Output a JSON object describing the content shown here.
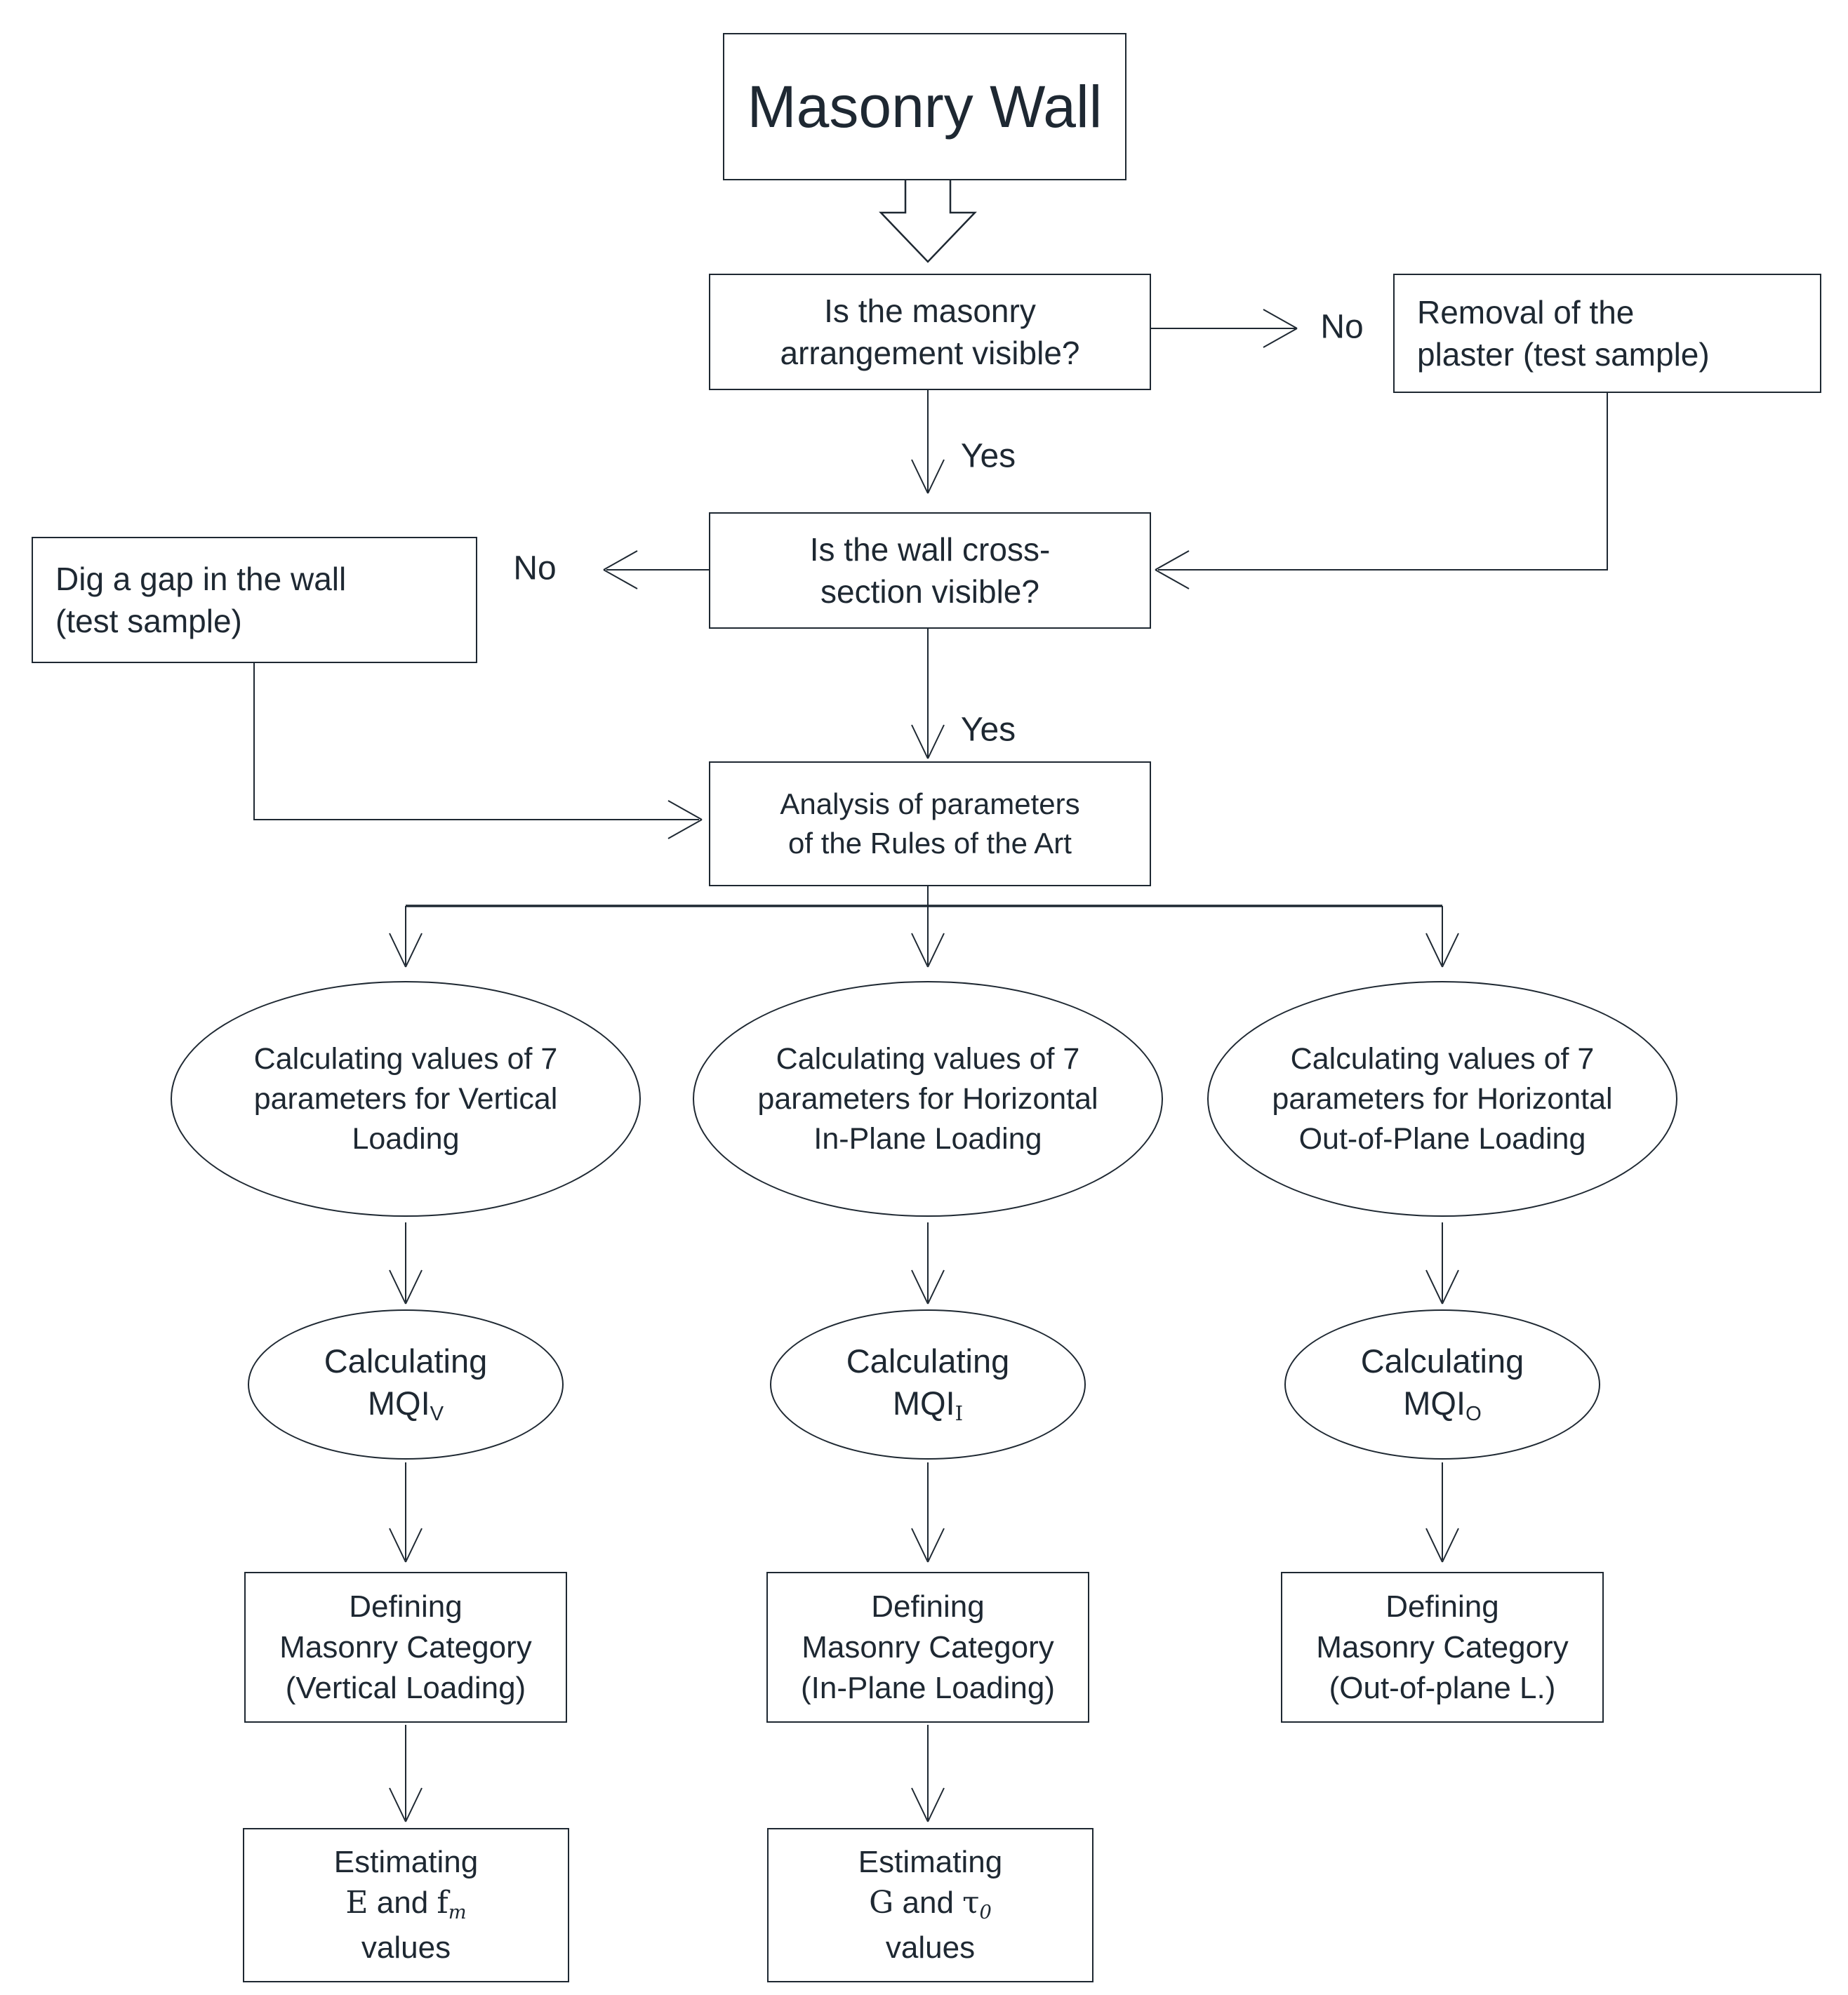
{
  "nodes": {
    "title": "Masonry Wall",
    "q_arrangement": {
      "line1": "Is the masonry",
      "line2": "arrangement visible?"
    },
    "removal": {
      "line1": "Removal of the",
      "line2": "plaster (test sample)"
    },
    "q_cross_section": {
      "line1": "Is the wall cross-",
      "line2": "section visible?"
    },
    "dig": {
      "line1": "Dig a gap in the wall",
      "line2": "(test sample)"
    },
    "analysis": {
      "line1": "Analysis of parameters",
      "line2": "of the Rules of the Art"
    },
    "calc_vertical": {
      "line1": "Calculating values of 7",
      "line2": "parameters for Vertical",
      "line3": "Loading"
    },
    "calc_inplane": {
      "line1": "Calculating values of 7",
      "line2": "parameters for Horizontal",
      "line3": "In-Plane Loading"
    },
    "calc_outplane": {
      "line1": "Calculating values of 7",
      "line2": "parameters for Horizontal",
      "line3": "Out-of-Plane Loading"
    },
    "mqi_v": {
      "line1": "Calculating",
      "base": "MQI",
      "sub": "V"
    },
    "mqi_i": {
      "line1": "Calculating",
      "base": "MQI",
      "sub": "I"
    },
    "mqi_o": {
      "line1": "Calculating",
      "base": "MQI",
      "sub": "O"
    },
    "def_vertical": {
      "line1": "Defining",
      "line2": "Masonry Category",
      "line3": "(Vertical Loading)"
    },
    "def_inplane": {
      "line1": "Defining",
      "line2": "Masonry Category",
      "line3": "(In-Plane Loading)"
    },
    "def_outplane": {
      "line1": "Defining",
      "line2": "Masonry Category",
      "line3": "(Out-of-plane L.)"
    },
    "est_e_fm": {
      "line1": "Estimating",
      "sym1": "E",
      "mid": " and ",
      "sym2": "f",
      "sub": "m",
      "line3": "values"
    },
    "est_g_tau": {
      "line1": "Estimating",
      "sym1": "G",
      "mid": " and ",
      "sym2": "τ",
      "sub": "0",
      "line3": "values"
    }
  },
  "labels": {
    "yes_arrangement": "Yes",
    "no_arrangement": "No",
    "yes_cross": "Yes",
    "no_cross": "No"
  },
  "colors": {
    "ink": "#1e2832",
    "background": "#ffffff"
  }
}
